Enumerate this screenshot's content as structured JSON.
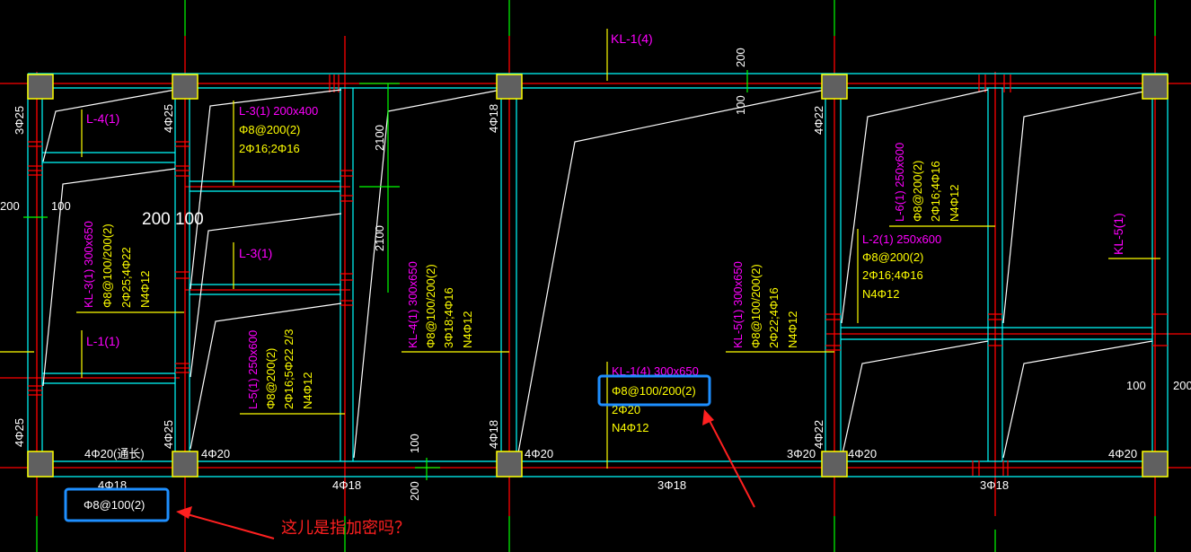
{
  "top": {
    "beam_mark": "KL-1(4)"
  },
  "dims": {
    "top_200": "200",
    "top_100": "100",
    "v_2100_a": "2100",
    "v_2100_b": "2100",
    "left_200": "200",
    "left_100": "100",
    "mid_200_100": "200 100",
    "right_100": "100",
    "right_200": "200",
    "bot_100": "100",
    "bot_200": "200"
  },
  "columns": {
    "c1_top": "3Φ25",
    "c2_top": "4Φ25",
    "c3_top": "4Φ18",
    "c4_top": "4Φ22",
    "c1_bot": "4Φ25",
    "c2_bot": "4Φ25",
    "c3_bot": "4Φ18",
    "c4_bot": "4Φ22"
  },
  "bottom_beam": {
    "top1": "4Φ20(通长)",
    "top2": "4Φ20",
    "top3": "4Φ20",
    "top4": "3Φ20",
    "top5": "4Φ20",
    "top6": "4Φ20",
    "bot1": "4Φ18",
    "bot2": "4Φ18",
    "bot3": "3Φ18",
    "bot4": "3Φ18"
  },
  "beams": {
    "l4": {
      "mark": "L-4(1)"
    },
    "l3a": {
      "mark": "L-3(1) 200x400",
      "stirrup": "Φ8@200(2)",
      "rebar": "2Φ16;2Φ16"
    },
    "l3b": {
      "mark": "L-3(1)"
    },
    "l1": {
      "mark": "L-1(1)"
    },
    "kl3": {
      "mark": "KL-3(1) 300x650",
      "stirrup": "Φ8@100/200(2)",
      "rebar": "2Φ25;4Φ22",
      "side": "N4Φ12"
    },
    "l5": {
      "mark": "L-5(1) 250x600",
      "stirrup": "Φ8@200(2)",
      "rebar": "2Φ16;5Φ22 2/3",
      "side": "N4Φ12"
    },
    "kl4": {
      "mark": "KL-4(1) 300x650",
      "stirrup": "Φ8@100/200(2)",
      "rebar": "3Φ18;4Φ16",
      "side": "N4Φ12"
    },
    "kl5a": {
      "mark": "KL-5(1) 300x650",
      "stirrup": "Φ8@100/200(2)",
      "rebar": "2Φ22;4Φ16",
      "side": "N4Φ12"
    },
    "kl1": {
      "mark": "KL-1(4) 300x650",
      "stirrup": "Φ8@100/200(2)",
      "rebar": "2Φ20",
      "side": "N4Φ12"
    },
    "l6": {
      "mark": "L-6(1) 250x600",
      "stirrup": "Φ8@200(2)",
      "rebar": "2Φ16;4Φ16",
      "side": "N4Φ12"
    },
    "l2": {
      "mark": "L-2(1) 250x600",
      "stirrup": "Φ8@200(2)",
      "rebar": "2Φ16;4Φ16",
      "side": "N4Φ12"
    },
    "kl5b": {
      "mark": "KL-5(1)"
    }
  },
  "annotation": {
    "boxed_stirrup": "Φ8@100(2)",
    "question": "这儿是指加密吗？",
    "highlight_color": "#1e8fff",
    "arrow_color": "#ff2020"
  }
}
